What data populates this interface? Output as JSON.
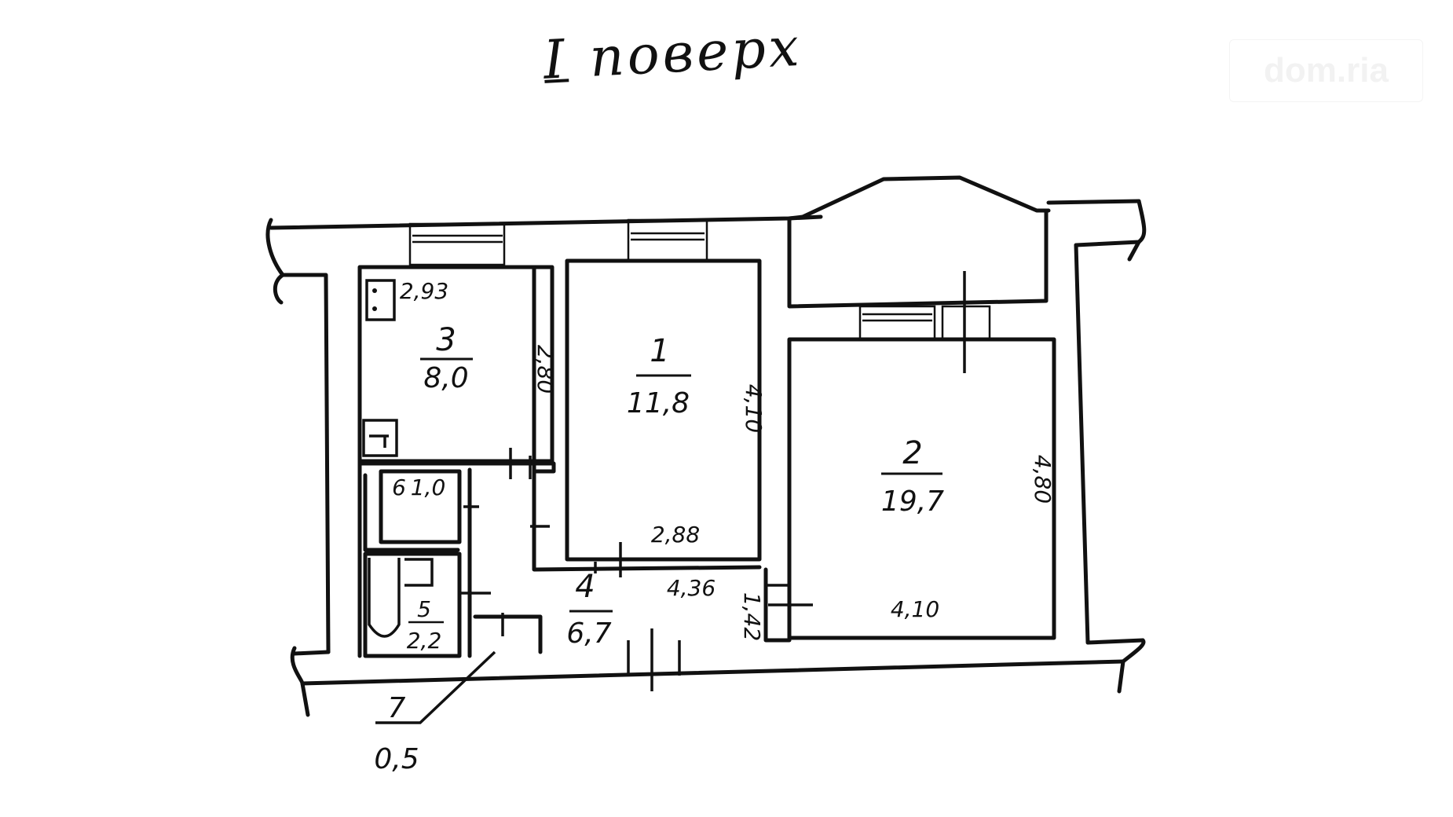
{
  "title": {
    "floor_number": "I",
    "floor_word": "поверх"
  },
  "watermark": "dom.ria",
  "rooms": [
    {
      "number": "1",
      "area": "11,8",
      "dims": [
        "4,10",
        "2,88"
      ]
    },
    {
      "number": "2",
      "area": "19,7",
      "dims": [
        "4,80",
        "4,10"
      ]
    },
    {
      "number": "3",
      "area": "8,0",
      "dims": [
        "2,93",
        "2,80"
      ]
    },
    {
      "number": "4",
      "area": "6,7",
      "dims": [
        "4,36",
        "1,42"
      ]
    },
    {
      "number": "5",
      "area": "2,2"
    },
    {
      "number": "6",
      "area": "1,0"
    },
    {
      "number": "7",
      "area": "0,5"
    }
  ],
  "colors": {
    "ink": "#111111",
    "paper": "#ffffff"
  }
}
